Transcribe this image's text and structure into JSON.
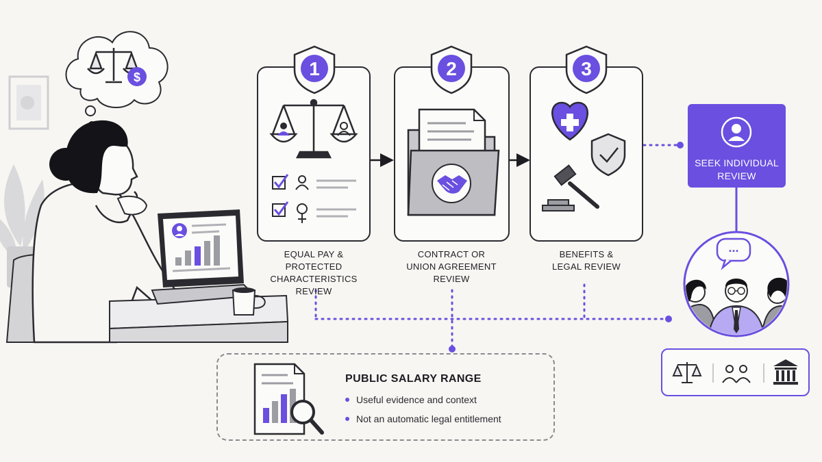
{
  "steps": [
    {
      "number": "1",
      "label_lines": [
        "EQUAL PAY &",
        "PROTECTED CHARACTERISTICS",
        "REVIEW"
      ]
    },
    {
      "number": "2",
      "label_lines": [
        "CONTRACT OR",
        "UNION AGREEMENT",
        "REVIEW"
      ]
    },
    {
      "number": "3",
      "label_lines": [
        "BENEFITS &",
        "LEGAL REVIEW"
      ]
    }
  ],
  "seek": {
    "line1": "SEEK INDIVIDUAL",
    "line2": "REVIEW"
  },
  "public_salary": {
    "title": "PUBLIC SALARY RANGE",
    "bullets": [
      "Useful evidence and context",
      "Not an automatic legal entitlement"
    ]
  },
  "consultation": {
    "speech": "..."
  },
  "icons": {
    "thought": [
      "scales-icon",
      "dollar-coin-icon"
    ],
    "step1": [
      "scales-people-icon",
      "checkbox-icon",
      "person-icon",
      "female-symbol-icon"
    ],
    "step2": [
      "document-folder-icon",
      "handshake-icon"
    ],
    "step3": [
      "heart-plus-icon",
      "shield-check-icon",
      "gavel-icon"
    ],
    "tools": [
      "scales-icon",
      "group-icon",
      "courthouse-icon"
    ]
  },
  "colors": {
    "accent": "#6a4fe0",
    "accent_light": "#b7a9f2",
    "ink": "#2a2a30",
    "background": "#f7f6f2",
    "grey": "#9c9ca3"
  }
}
